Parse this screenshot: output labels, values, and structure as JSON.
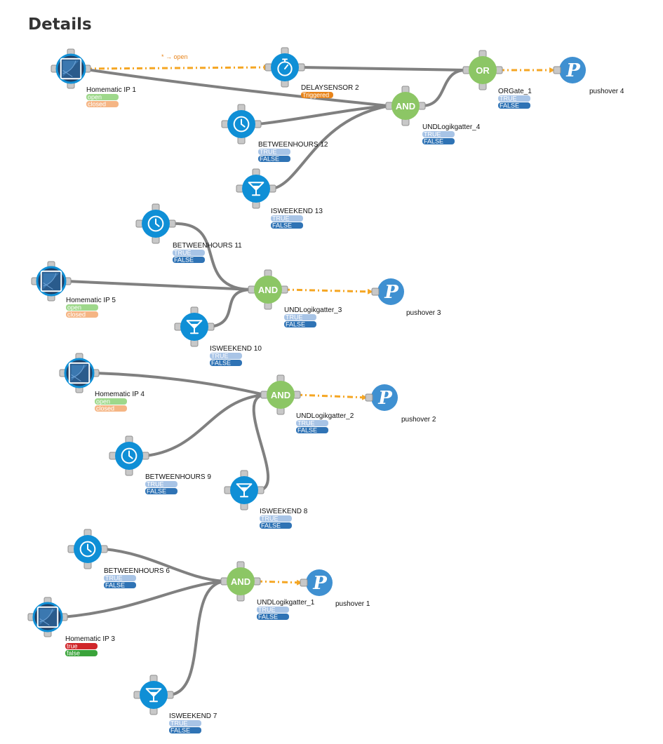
{
  "page": {
    "title": "Details"
  },
  "colors": {
    "edge": "#808080",
    "triggered_edge": "#f5a623",
    "sensor_node": "#0f8fd6",
    "gate_node": "#8cc665",
    "pushover_node": "#3f90d1",
    "homematic_dark": "#1d3f66",
    "true_chip": "#a8c4e6",
    "false_chip": "#2f73b5",
    "open_chip": "#9ed88b",
    "closed_chip": "#f5b584",
    "triggered_chip": "#e8841a",
    "true_red_chip": "#d0262a",
    "false_green_chip": "#3aa33a"
  },
  "nodes": [
    {
      "id": "hm1",
      "type": "homematic",
      "icon": "window-sensor-icon",
      "label": "Homematic IP 1",
      "ports": [
        {
          "text": "open",
          "kind": "open"
        },
        {
          "text": "closed",
          "kind": "closed"
        }
      ]
    },
    {
      "id": "delay2",
      "type": "sensor",
      "icon": "stopwatch-icon",
      "label": "DELAYSENSOR 2",
      "ports": [
        {
          "text": "Triggered",
          "kind": "triggered"
        }
      ]
    },
    {
      "id": "or1",
      "type": "gate",
      "gate": "OR",
      "label": "ORGate_1",
      "ports": [
        {
          "text": "TRUE",
          "kind": "true"
        },
        {
          "text": "FALSE",
          "kind": "false"
        }
      ]
    },
    {
      "id": "p4",
      "type": "pushover",
      "icon": "pushover-icon",
      "glyph": "P",
      "label": "pushover 4",
      "ports": []
    },
    {
      "id": "and4",
      "type": "gate",
      "gate": "AND",
      "label": "UNDLogikgatter_4",
      "ports": [
        {
          "text": "TRUE",
          "kind": "true"
        },
        {
          "text": "FALSE",
          "kind": "false"
        }
      ]
    },
    {
      "id": "bh12",
      "type": "sensor",
      "icon": "clock-icon",
      "label": "BETWEENHOURS 12",
      "ports": [
        {
          "text": "TRUE",
          "kind": "true"
        },
        {
          "text": "FALSE",
          "kind": "false"
        }
      ]
    },
    {
      "id": "we13",
      "type": "sensor",
      "icon": "cocktail-glass-icon",
      "label": "ISWEEKEND 13",
      "ports": [
        {
          "text": "TRUE",
          "kind": "true"
        },
        {
          "text": "FALSE",
          "kind": "false"
        }
      ]
    },
    {
      "id": "bh11",
      "type": "sensor",
      "icon": "clock-icon",
      "label": "BETWEENHOURS 11",
      "ports": [
        {
          "text": "TRUE",
          "kind": "true"
        },
        {
          "text": "FALSE",
          "kind": "false"
        }
      ]
    },
    {
      "id": "hm5",
      "type": "homematic",
      "icon": "window-sensor-icon",
      "label": "Homematic IP 5",
      "ports": [
        {
          "text": "open",
          "kind": "open"
        },
        {
          "text": "closed",
          "kind": "closed"
        }
      ]
    },
    {
      "id": "and3",
      "type": "gate",
      "gate": "AND",
      "label": "UNDLogikgatter_3",
      "ports": [
        {
          "text": "TRUE",
          "kind": "true"
        },
        {
          "text": "FALSE",
          "kind": "false"
        }
      ]
    },
    {
      "id": "p3",
      "type": "pushover",
      "icon": "pushover-icon",
      "glyph": "P",
      "label": "pushover 3",
      "ports": []
    },
    {
      "id": "we10",
      "type": "sensor",
      "icon": "cocktail-glass-icon",
      "label": "ISWEEKEND 10",
      "ports": [
        {
          "text": "TRUE",
          "kind": "true"
        },
        {
          "text": "FALSE",
          "kind": "false"
        }
      ]
    },
    {
      "id": "hm4",
      "type": "homematic",
      "icon": "window-sensor-icon",
      "label": "Homematic IP 4",
      "ports": [
        {
          "text": "open",
          "kind": "open"
        },
        {
          "text": "closed",
          "kind": "closed"
        }
      ]
    },
    {
      "id": "and2",
      "type": "gate",
      "gate": "AND",
      "label": "UNDLogikgatter_2",
      "ports": [
        {
          "text": "TRUE",
          "kind": "true"
        },
        {
          "text": "FALSE",
          "kind": "false"
        }
      ]
    },
    {
      "id": "p2",
      "type": "pushover",
      "icon": "pushover-icon",
      "glyph": "P",
      "label": "pushover 2",
      "ports": []
    },
    {
      "id": "bh9",
      "type": "sensor",
      "icon": "clock-icon",
      "label": "BETWEENHOURS 9",
      "ports": [
        {
          "text": "TRUE",
          "kind": "true"
        },
        {
          "text": "FALSE",
          "kind": "false"
        }
      ]
    },
    {
      "id": "we8",
      "type": "sensor",
      "icon": "cocktail-glass-icon",
      "label": "ISWEEKEND 8",
      "ports": [
        {
          "text": "TRUE",
          "kind": "true"
        },
        {
          "text": "FALSE",
          "kind": "false"
        }
      ]
    },
    {
      "id": "bh6",
      "type": "sensor",
      "icon": "clock-icon",
      "label": "BETWEENHOURS 6",
      "ports": [
        {
          "text": "TRUE",
          "kind": "true"
        },
        {
          "text": "FALSE",
          "kind": "false"
        }
      ]
    },
    {
      "id": "and1",
      "type": "gate",
      "gate": "AND",
      "label": "UNDLogikgatter_1",
      "ports": [
        {
          "text": "TRUE",
          "kind": "true"
        },
        {
          "text": "FALSE",
          "kind": "false"
        }
      ]
    },
    {
      "id": "p1",
      "type": "pushover",
      "icon": "pushover-icon",
      "glyph": "P",
      "label": "pushover 1",
      "ports": []
    },
    {
      "id": "hm3",
      "type": "homematic",
      "icon": "window-sensor-icon",
      "label": "Homematic IP 3",
      "ports": [
        {
          "text": "true",
          "kind": "true_red"
        },
        {
          "text": "false",
          "kind": "false_green"
        }
      ]
    },
    {
      "id": "we7",
      "type": "sensor",
      "icon": "cocktail-glass-icon",
      "label": "ISWEEKEND 7",
      "ports": [
        {
          "text": "TRUE",
          "kind": "true"
        },
        {
          "text": "FALSE",
          "kind": "false"
        }
      ]
    }
  ],
  "edges": [
    {
      "from": "hm1",
      "to": "delay2",
      "style": "triggered",
      "label": "* → open"
    },
    {
      "from": "hm1",
      "to": "and4",
      "style": "normal",
      "label": ""
    },
    {
      "from": "delay2",
      "to": "or1",
      "style": "normal",
      "label": ""
    },
    {
      "from": "or1",
      "to": "p4",
      "style": "triggered",
      "label": ""
    },
    {
      "from": "and4",
      "to": "or1",
      "style": "normal",
      "label": ""
    },
    {
      "from": "bh12",
      "to": "and4",
      "style": "normal",
      "label": ""
    },
    {
      "from": "we13",
      "to": "and4",
      "style": "normal",
      "label": ""
    },
    {
      "from": "bh11",
      "to": "and3",
      "style": "normal",
      "label": ""
    },
    {
      "from": "hm5",
      "to": "and3",
      "style": "normal",
      "label": ""
    },
    {
      "from": "we10",
      "to": "and3",
      "style": "normal",
      "label": ""
    },
    {
      "from": "and3",
      "to": "p3",
      "style": "triggered",
      "label": ""
    },
    {
      "from": "hm4",
      "to": "and2",
      "style": "normal",
      "label": ""
    },
    {
      "from": "bh9",
      "to": "and2",
      "style": "normal",
      "label": ""
    },
    {
      "from": "we8",
      "to": "and2",
      "style": "normal",
      "label": ""
    },
    {
      "from": "and2",
      "to": "p2",
      "style": "triggered",
      "label": ""
    },
    {
      "from": "bh6",
      "to": "and1",
      "style": "normal",
      "label": ""
    },
    {
      "from": "hm3",
      "to": "and1",
      "style": "normal",
      "label": ""
    },
    {
      "from": "we7",
      "to": "and1",
      "style": "normal",
      "label": ""
    },
    {
      "from": "and1",
      "to": "p1",
      "style": "triggered",
      "label": ""
    }
  ]
}
